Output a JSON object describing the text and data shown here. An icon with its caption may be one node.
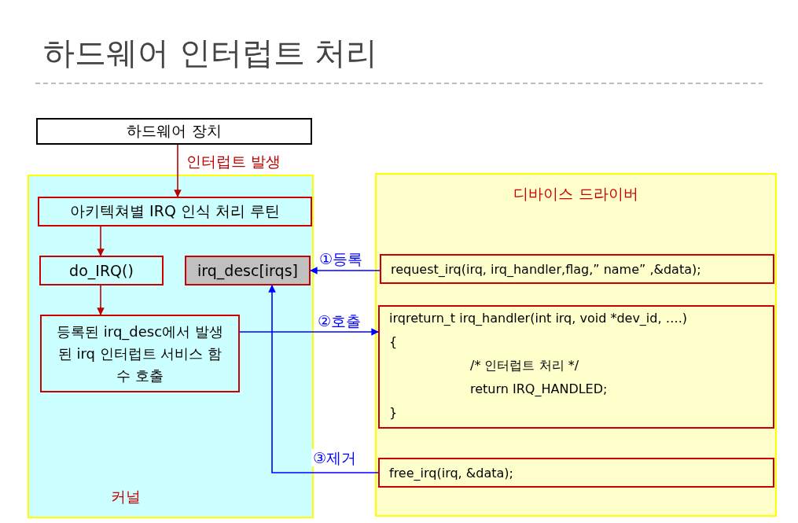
{
  "diagram": {
    "title": "하드웨어 인터럽트 처리",
    "nodes": [
      {
        "text": [
          "하드웨어 장치"
        ]
      },
      {
        "text": [
          "커널"
        ]
      },
      {
        "text": [
          "아키텍쳐별 IRQ 인식 처리 루틴"
        ],
        "in": 1
      },
      {
        "text": [
          "do_IRQ()"
        ],
        "in": 1
      },
      {
        "text": [
          "irq_desc[irqs]"
        ],
        "in": 1
      },
      {
        "text": [
          "등록된 irq_desc에서 발생된 irq 인터럽트 서비스 함수 호출"
        ],
        "in": 1
      },
      {
        "text": [
          "디바이스 드라이버"
        ]
      },
      {
        "text": [
          "request_irq(irq, irq_handler,flag,” name” ,&data);"
        ],
        "in": 6
      },
      {
        "text": [
          "irqreturn_t irq_handler(int irq, void *dev_id, ….)",
          "{",
          "/* 인터럽트 처리 */",
          "return IRQ_HANDLED;",
          "}"
        ],
        "in": 6
      },
      {
        "text": [
          "free_irq(irq, &data);"
        ],
        "in": 6
      }
    ],
    "edges": [
      {
        "from": 0,
        "to": 2,
        "arrow": "to",
        "label": "인터럽트 발생",
        "color": "#c00000"
      },
      {
        "from": 2,
        "to": 3,
        "arrow": "to",
        "color": "#c00000"
      },
      {
        "from": 3,
        "to": 5,
        "arrow": "to",
        "color": "#c00000"
      },
      {
        "from": 7,
        "to": 4,
        "arrow": "to",
        "label": "①등록",
        "color": "#0000ff"
      },
      {
        "from": 5,
        "to": 8,
        "arrow": "to",
        "label": "②호출",
        "color": "#0000ff"
      },
      {
        "from": 9,
        "to": 4,
        "arrow": "to",
        "label": "③제거",
        "color": "#0000ff"
      }
    ]
  }
}
